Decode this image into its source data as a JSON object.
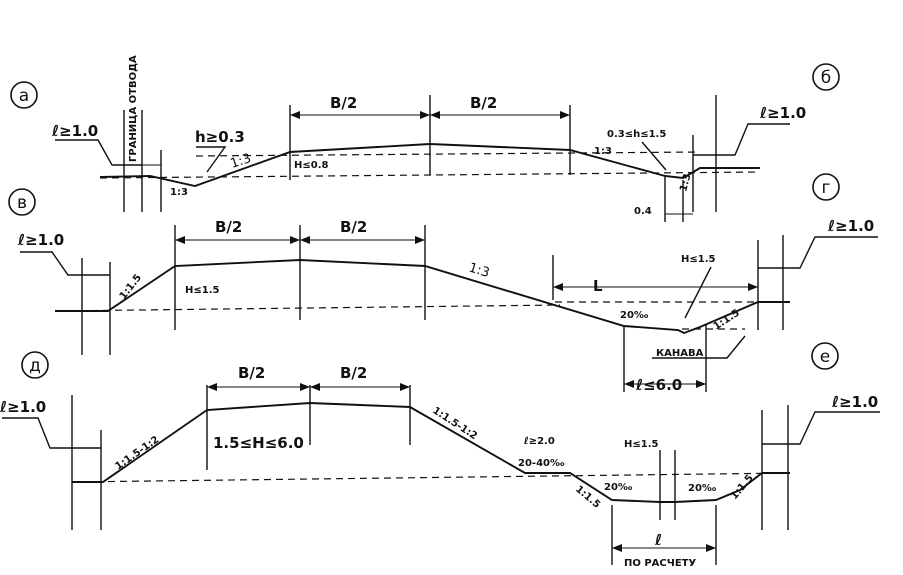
{
  "panels": {
    "a": {
      "letter": "а",
      "subgrade_label": "ГРАНИЦА ОТВОДА",
      "offset": "ℓ≥1.0",
      "h": "h≥0.3",
      "slope_left": "1:3",
      "slope_up": "1:3",
      "half_left": "B/2",
      "half_right": "B/2",
      "height": "H≤0.8"
    },
    "b": {
      "letter": "б",
      "h": "0.3≤h≤1.5",
      "slope": "1:3",
      "slope_ditch": "1:3",
      "offset": "ℓ≥1.0",
      "berm": "0.4"
    },
    "v": {
      "letter": "в",
      "offset": "ℓ≥1.0",
      "slope": "1:1.5",
      "half_left": "B/2",
      "half_right": "B/2",
      "height": "H≤1.5"
    },
    "g": {
      "letter": "г",
      "offset": "ℓ≥1.0",
      "slope": "1:3",
      "length": "L",
      "h": "H≤1.5",
      "grade": "20‰",
      "slope_ditch": "1:1.5",
      "ditch": "КАНАВА",
      "ditch_width": "ℓ≤6.0"
    },
    "d": {
      "letter": "д",
      "offset": "ℓ≥1.0",
      "slope_left": "1:1.5-1:2",
      "half_left": "B/2",
      "half_right": "B/2",
      "height": "1.5≤H≤6.0",
      "slope_right": "1:1.5-1:2"
    },
    "e": {
      "letter": "е",
      "offset": "ℓ≥1.0",
      "berm": "ℓ≥2.0",
      "grade": "20-40‰",
      "h": "H≤1.5",
      "grade_left": "20‰",
      "grade_right": "20‰",
      "slope_left": "1:1.5",
      "slope_right": "1:1.5",
      "width": "ℓ",
      "width_note": "ПО РАСЧЕТУ"
    }
  }
}
